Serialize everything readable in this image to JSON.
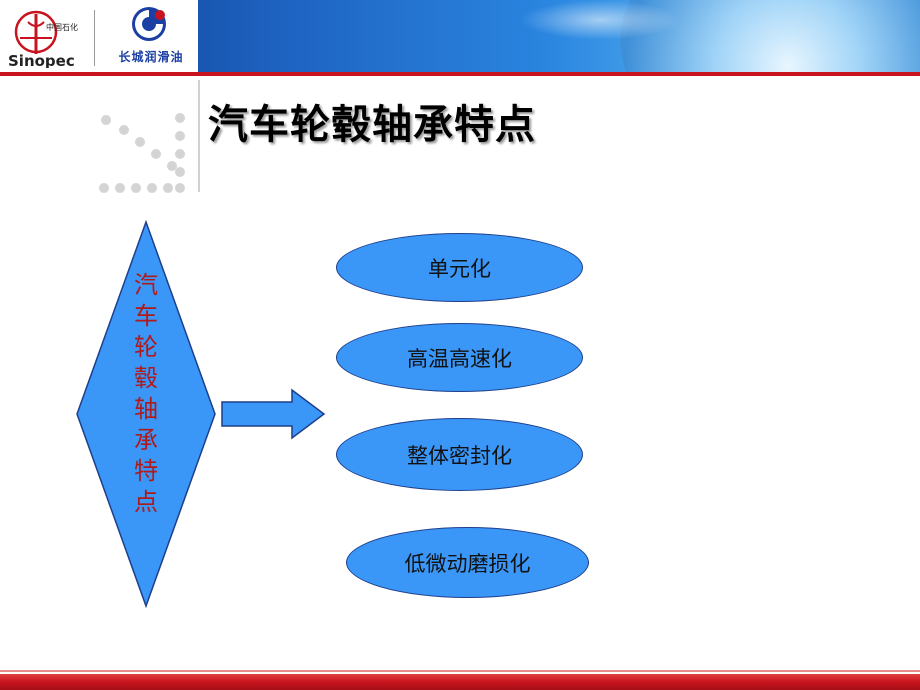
{
  "header": {
    "logo_sinopec_text": "Sinopec",
    "logo_chinese_text": "中国石化",
    "brand_name": "长城润滑油"
  },
  "slide": {
    "title": "汽车轮毂轴承特点",
    "diamond_chars": [
      "汽",
      "车",
      "轮",
      "毂",
      "轴",
      "承",
      "特",
      "点"
    ],
    "features": [
      "单元化",
      "高温高速化",
      "整体密封化",
      "低微动磨损化"
    ]
  },
  "colors": {
    "shape_fill": "#3a96f7",
    "shape_stroke": "#1d3f8c",
    "diamond_text": "#b01a1a",
    "footer": "#c8141e"
  }
}
